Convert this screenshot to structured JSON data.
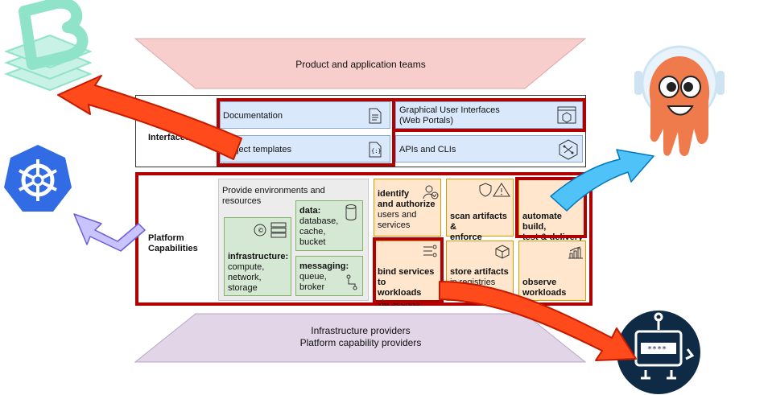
{
  "teams": {
    "label": "Product and application teams"
  },
  "interfaces": {
    "label": "Interfaces",
    "documentation": "Documentation",
    "gui_line1": "Graphical User Interfaces",
    "gui_line2": "(Web Portals)",
    "templates": "Project templates",
    "apis": "APIs and CLIs"
  },
  "platform": {
    "label_line1": "Platform",
    "label_line2": "Capabilities",
    "env_line1": "Provide environments and",
    "env_line2": "resources",
    "data_title": "data:",
    "data_items": [
      "database,",
      "cache,",
      "bucket"
    ],
    "infra_title": "infrastructure:",
    "infra_items": [
      "compute,",
      "network,",
      "storage"
    ],
    "messaging_title": "messaging:",
    "messaging_items": [
      "queue,",
      "broker"
    ],
    "identify_line1": "identify",
    "identify_line2": "and authorize",
    "identify_line3": "users and",
    "identify_line4": "services",
    "scan_line1": "scan artifacts &",
    "scan_line2": "enforce policies",
    "automate_line1": "automate build,",
    "automate_line2": "test & delivery",
    "bind_line1": "bind services to",
    "bind_line2": "workloads",
    "bind_line3": "via secrets",
    "store_line1": "store artifacts",
    "store_line2": "in registries",
    "observe_line1": "observe",
    "observe_line2": "workloads"
  },
  "providers": {
    "line1": "Infrastructure providers",
    "line2": "Platform capability providers"
  },
  "icons": [
    "backstage-logo-icon",
    "argo-mascot-icon",
    "kubernetes-logo-icon",
    "secrets-robot-icon"
  ],
  "colors": {
    "highlight": "#b20000",
    "arrow_red": "#ff4a1c",
    "arrow_blue": "#4fc3f7",
    "arrow_purple": "#c9c3ff"
  }
}
